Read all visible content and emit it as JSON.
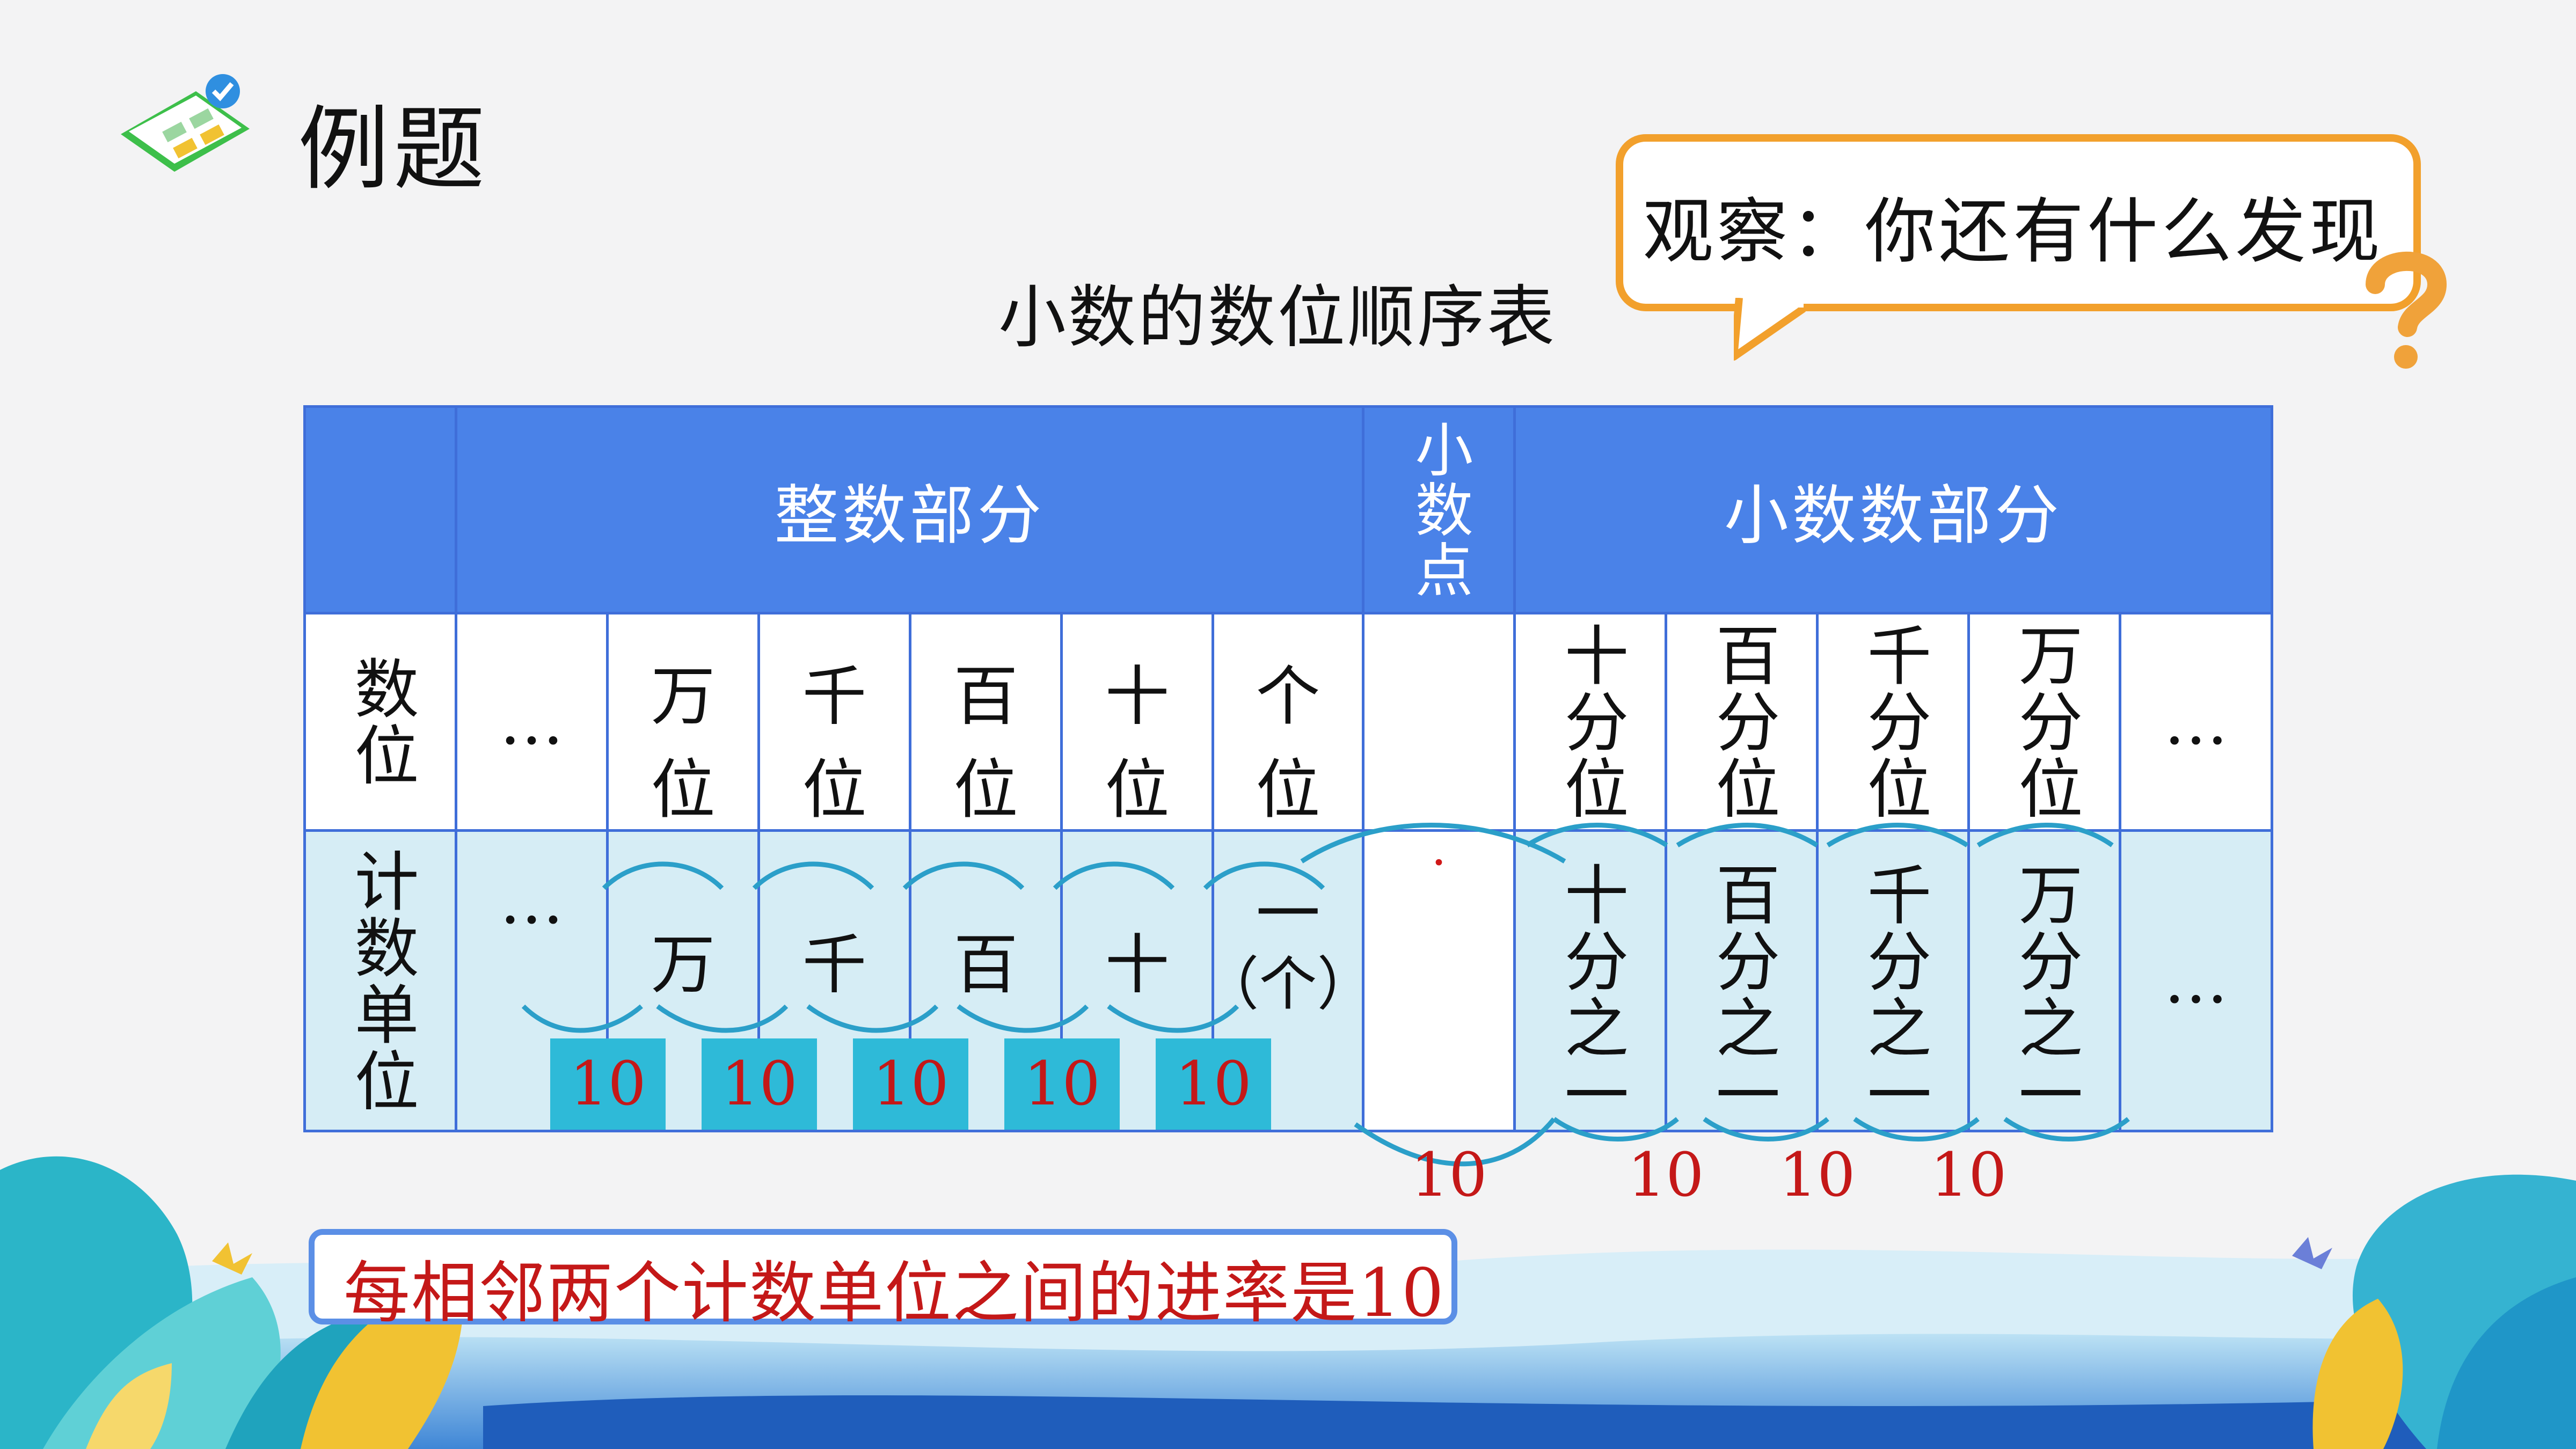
{
  "header": {
    "title": "例题",
    "icon": "checklist-icon"
  },
  "subtitle": "小数的数位顺序表",
  "bubble": {
    "text": "观察：你还有什么发现",
    "icon": "question-mark-icon"
  },
  "table": {
    "header_integer": "整数部分",
    "header_point": "小数点",
    "header_decimal": "小数数部分",
    "row_place_label": "数位",
    "row_unit_label": "计数单位",
    "ellipsis": "…",
    "places": [
      {
        "top": "万",
        "bottom": "位"
      },
      {
        "top": "千",
        "bottom": "位"
      },
      {
        "top": "百",
        "bottom": "位"
      },
      {
        "top": "十",
        "bottom": "位"
      },
      {
        "top": "个",
        "bottom": "位"
      }
    ],
    "decimal_places": [
      "十分位",
      "百分位",
      "千分位",
      "万分位"
    ],
    "units": [
      "万",
      "千",
      "百",
      "十"
    ],
    "unit_one": {
      "top": "一",
      "bottom": "（个）"
    },
    "decimal_units": [
      "十分之一",
      "百分之一",
      "千分之一",
      "万分之一"
    ],
    "point_dot": "·",
    "rate": "10"
  },
  "rule": "每相邻两个计数单位之间的进率是10",
  "colors": {
    "header_blue": "#4a82e8",
    "accent_orange": "#f2a02c",
    "rate_red": "#c41818",
    "teal_box": "#2ebad8",
    "light_blue_row": "#d6edf5"
  }
}
